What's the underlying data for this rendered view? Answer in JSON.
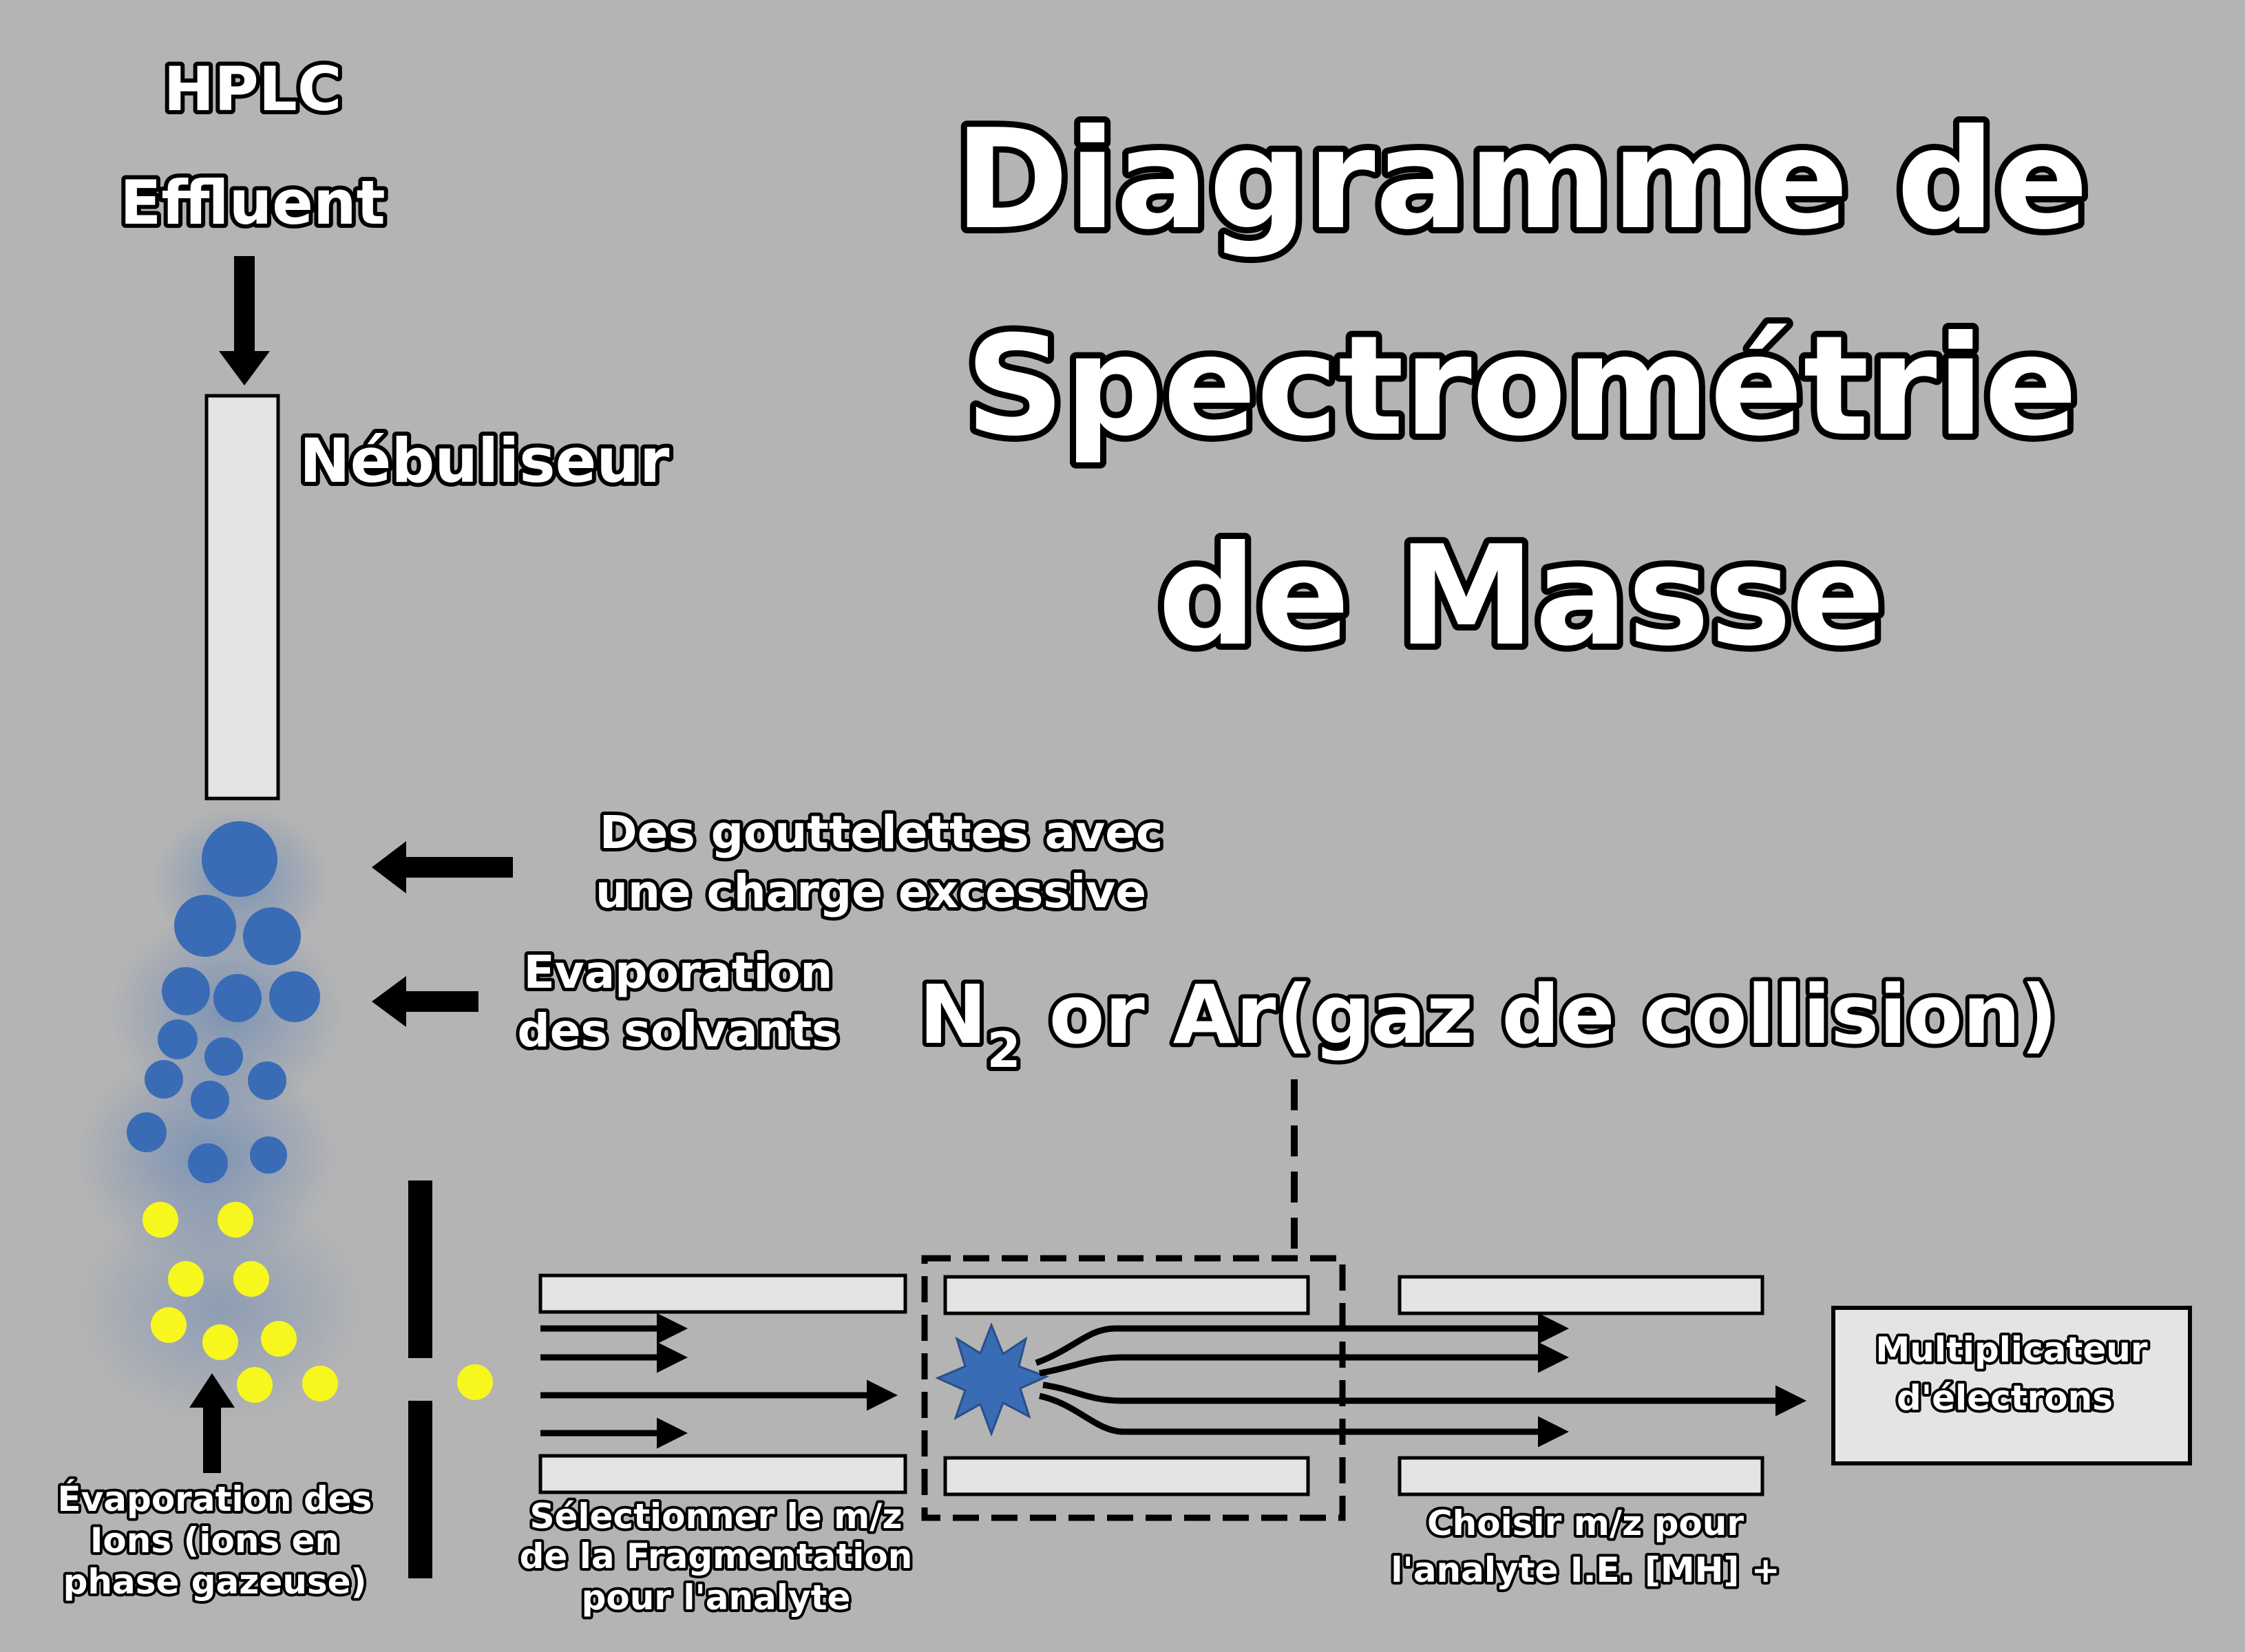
{
  "title": {
    "line1": "Diagramme de",
    "line2": "Spectrométrie",
    "line3": "de Masse"
  },
  "hplc": {
    "line1": "HPLC",
    "line2": "Effluent"
  },
  "nebulizer": "Nébuliseur",
  "droplets": {
    "line1": "Des gouttelettes avec",
    "line2": "une charge excessive"
  },
  "solvent_evap": {
    "line1": "Evaporation",
    "line2": "des solvants"
  },
  "ion_evap": {
    "line1": "Évaporation des",
    "line2": "Ions (ions en",
    "line3": "phase gazeuse)"
  },
  "gas": {
    "prefix": "N",
    "sub": "2",
    "suffix": " or Ar(gaz de collision)"
  },
  "q1_caption": {
    "line1": "Sélectionner le m/z",
    "line2": "de la Fragmentation",
    "line3": "pour l'analyte"
  },
  "q3_caption": {
    "line1": "Choisir m/z pour",
    "line2": "l'analyte I.E. [MH] +"
  },
  "detector": {
    "line1": "Multiplicateur",
    "line2": "d'électrons"
  },
  "colors": {
    "background": "#b4b4b4",
    "droplet": "#3a6bb5",
    "ion": "#f7f71e",
    "panel": "#e4e4e4",
    "stroke": "#000000",
    "text": "#ffffff"
  }
}
